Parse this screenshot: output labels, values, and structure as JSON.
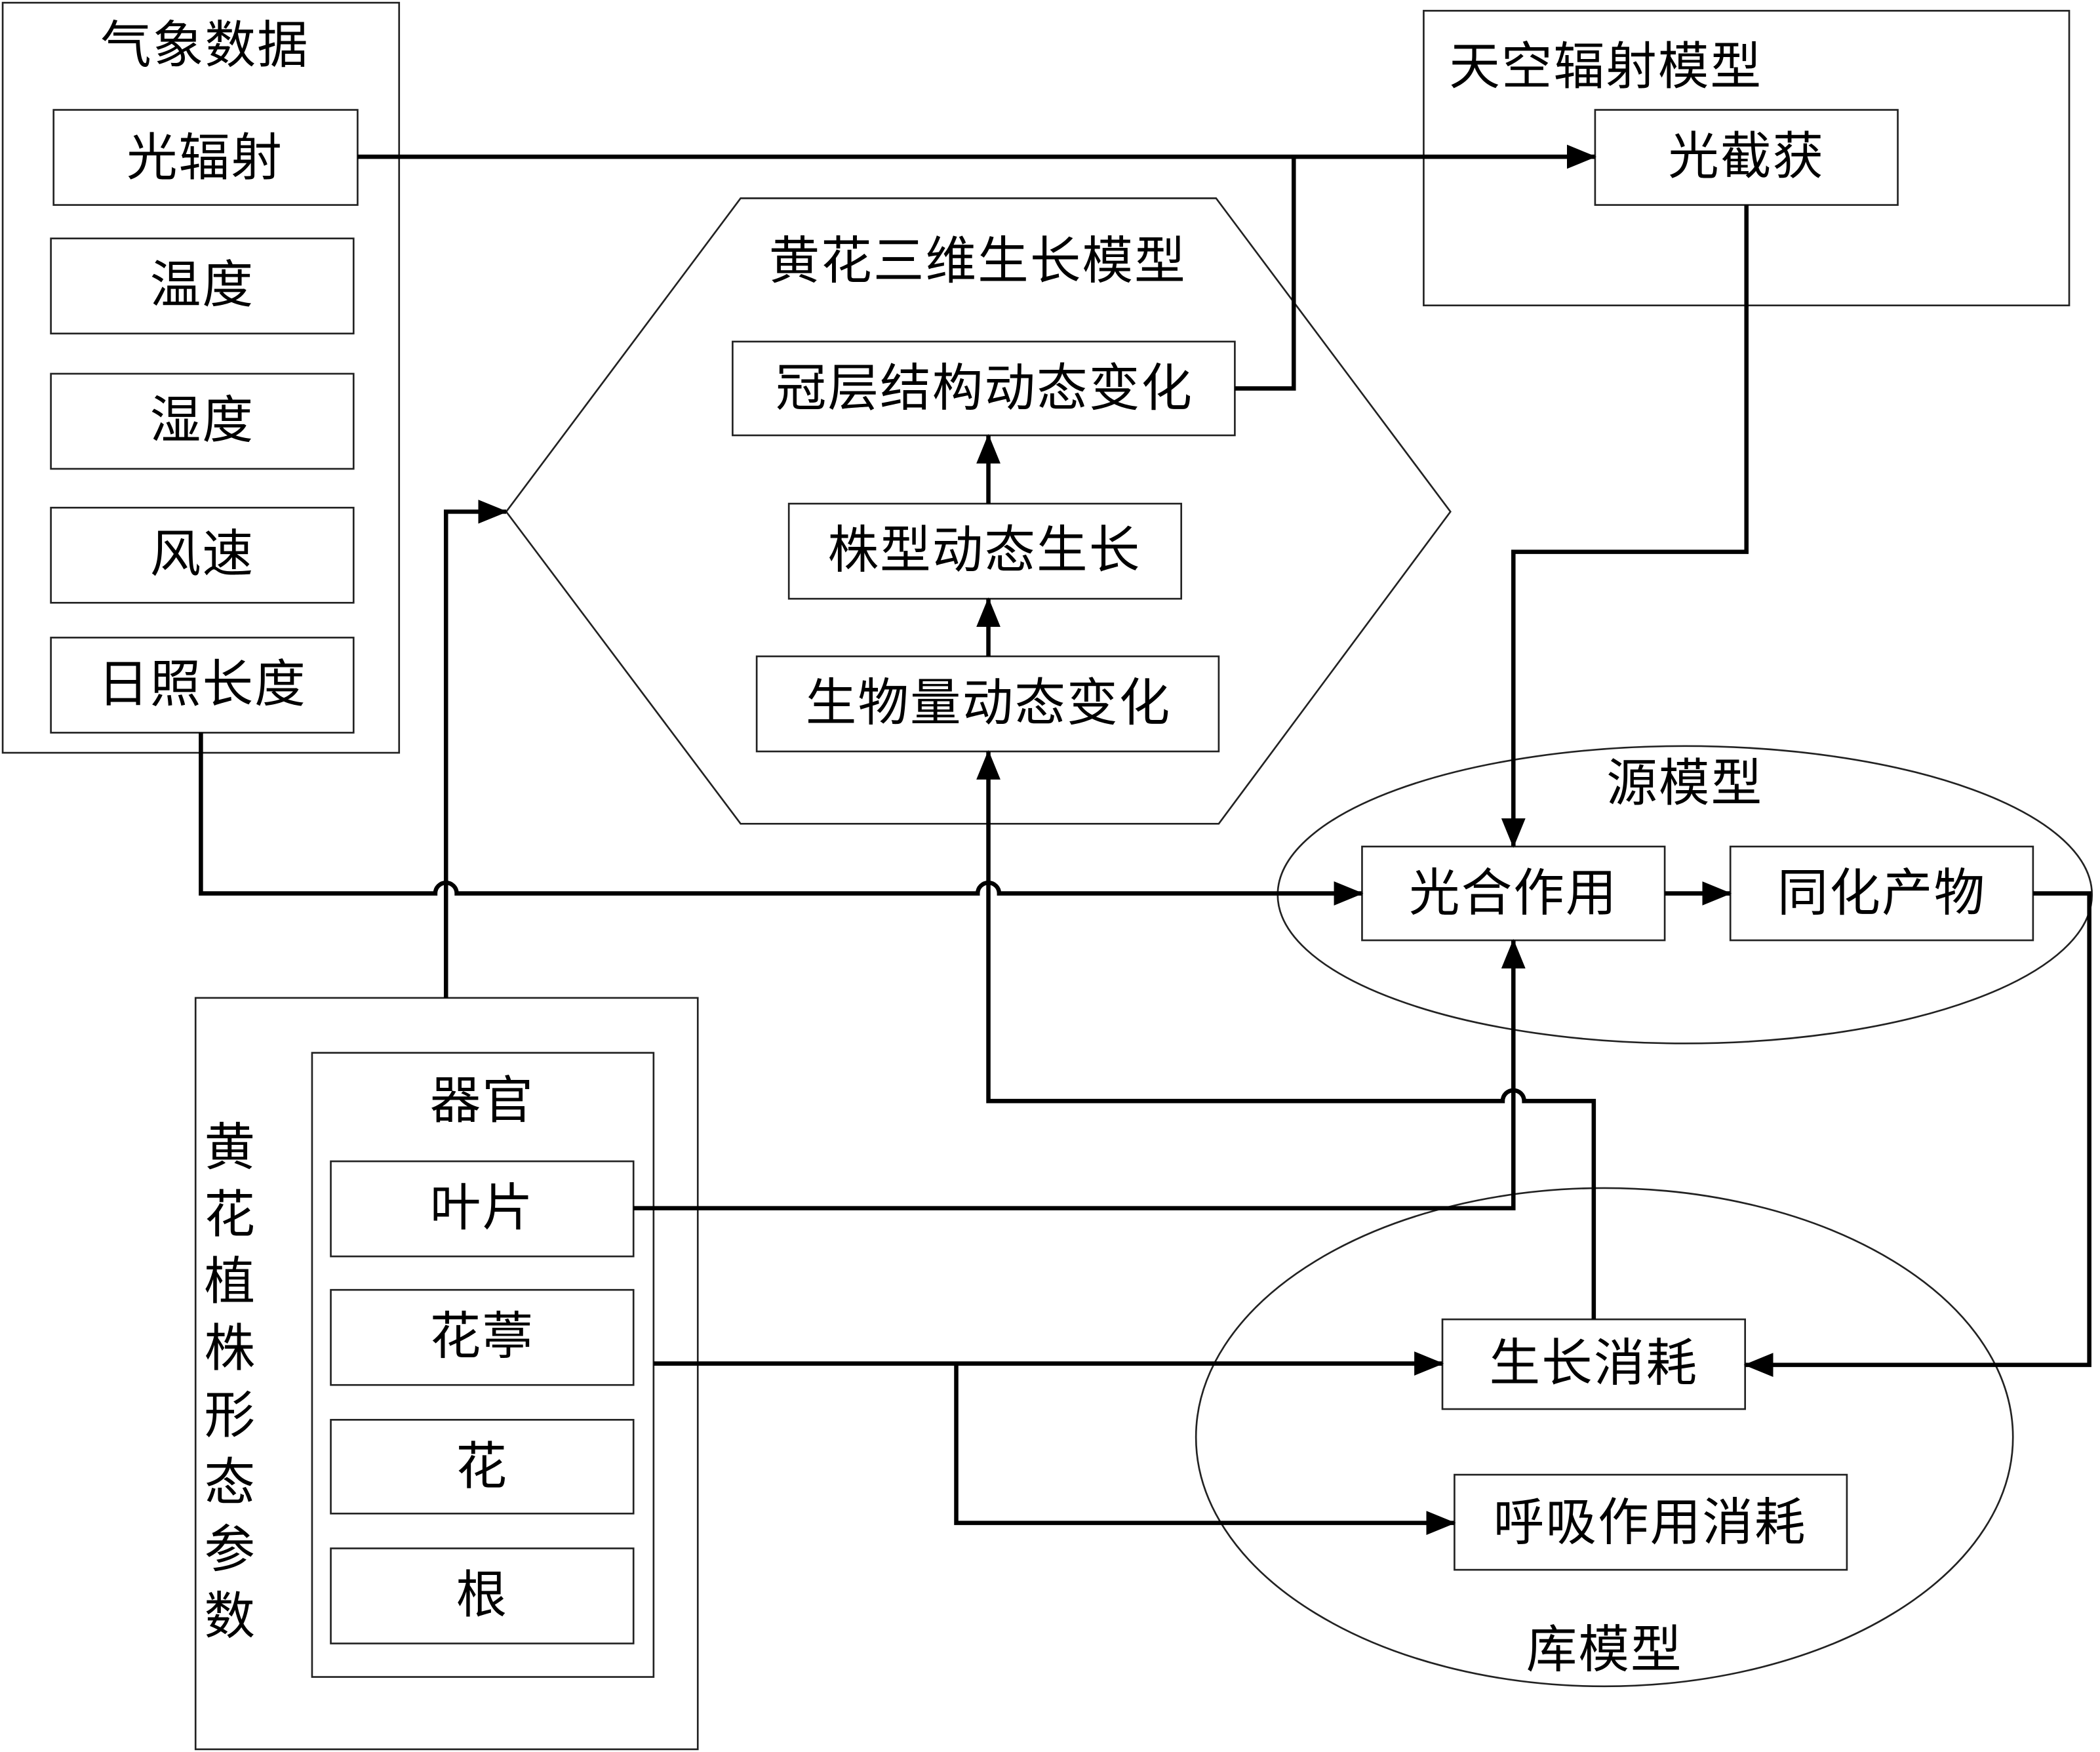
{
  "meteorological_data": {
    "title": "气象数据",
    "items": [
      "光辐射",
      "温度",
      "湿度",
      "风速",
      "日照长度"
    ]
  },
  "sky_radiation_model": {
    "title": "天空辐射模型",
    "items": [
      "光截获"
    ]
  },
  "growth_model_3d": {
    "title": "黄花三维生长模型",
    "items": [
      "冠层结构动态变化",
      "株型动态生长",
      "生物量动态变化"
    ]
  },
  "source_model": {
    "title": "源模型",
    "items": [
      "光合作用",
      "同化产物"
    ]
  },
  "sink_model": {
    "title": "库模型",
    "items": [
      "生长消耗",
      "呼吸作用消耗"
    ]
  },
  "plant_morphology": {
    "title": "黄花植株形态参数",
    "organs": {
      "title": "器官",
      "items": [
        "叶片",
        "花葶",
        "花",
        "根"
      ]
    }
  }
}
